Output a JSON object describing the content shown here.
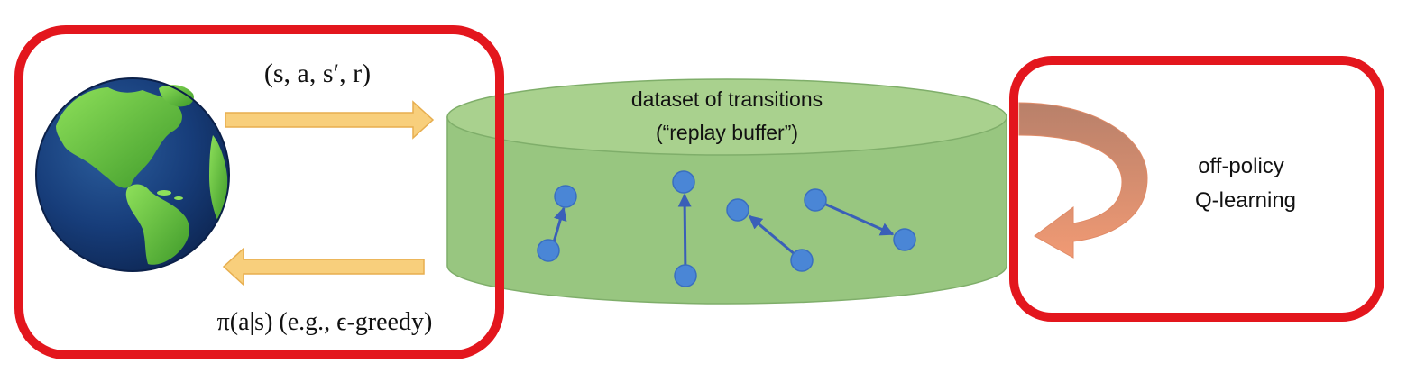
{
  "env": {
    "transition_label": "(s, a, s′, r)",
    "policy_label": "π(a|s) (e.g., ϵ-greedy)"
  },
  "buffer": {
    "title_line1": "dataset of transitions",
    "title_line2": "(“replay buffer”)"
  },
  "learner": {
    "label_line1": "off-policy",
    "label_line2": "Q-learning"
  },
  "colors": {
    "highlight_border": "#e3161d",
    "arrow_fill": "#f8cf7c",
    "cylinder_body": "#98c680",
    "cylinder_top": "#a9d18e",
    "node": "#4a86d6",
    "edge": "#3a5fb8",
    "curl_top": "#b8806a",
    "curl_bottom": "#f19a74"
  },
  "icons": {
    "world": "globe-icon"
  }
}
